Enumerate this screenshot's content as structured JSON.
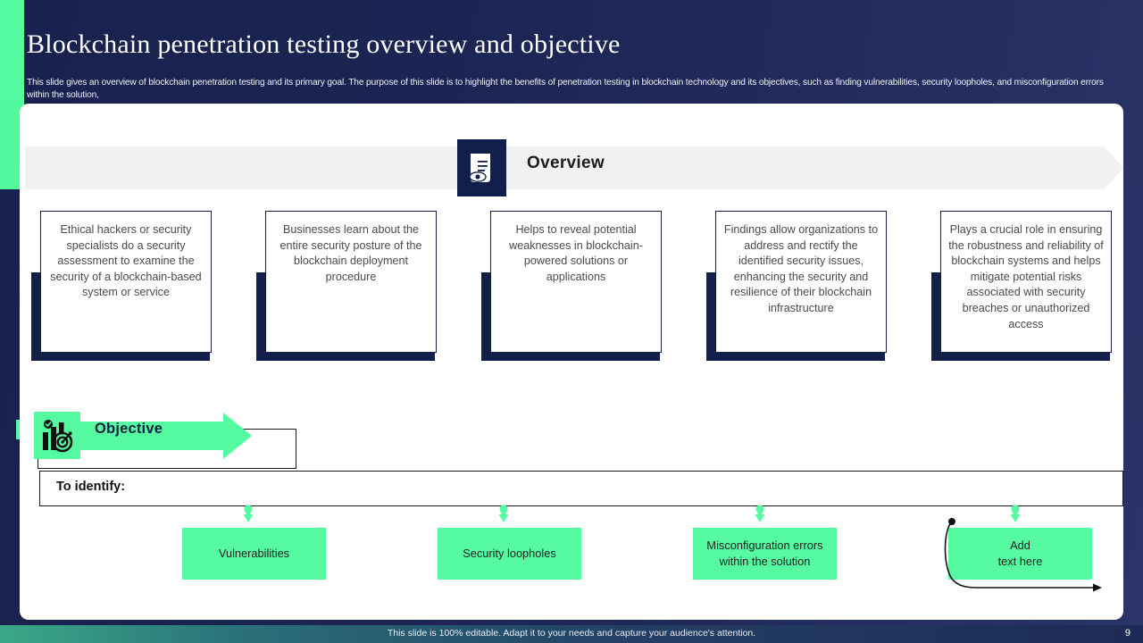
{
  "header": {
    "title": "Blockchain penetration testing overview and objective",
    "subtitle": "This slide gives an overview of blockchain penetration testing and its primary goal. The purpose of this slide is to highlight the benefits of penetration testing in blockchain technology and its objectives, such as finding vulnerabilities, security loopholes, and misconfiguration errors within the solution,"
  },
  "overview": {
    "label": "Overview",
    "icon": "document-eye-icon",
    "cards": [
      {
        "text": "Ethical hackers or security specialists do a security assessment to examine the security of a blockchain-based system or service"
      },
      {
        "text": "Businesses learn about the entire security posture of the blockchain deployment procedure"
      },
      {
        "text": "Helps to reveal potential weaknesses in blockchain-powered solutions or applications"
      },
      {
        "text": "Findings allow organizations to address and rectify the identified security issues, enhancing the security and resilience of their blockchain infrastructure"
      },
      {
        "text": "Plays a crucial role in ensuring the robustness and reliability of blockchain systems and helps mitigate potential risks associated with security breaches or unauthorized access"
      }
    ]
  },
  "objective": {
    "label": "Objective",
    "icon": "target-chart-icon",
    "identify_label": "To identify:",
    "items": [
      {
        "text": "Vulnerabilities"
      },
      {
        "text": "Security loopholes"
      },
      {
        "text": "Misconfiguration errors within the solution"
      },
      {
        "text": "Add\ntext here"
      }
    ]
  },
  "footer": {
    "note": "This slide is 100% editable. Adapt it to your needs and capture your audience's attention.",
    "page_number": "9"
  },
  "colors": {
    "green": "#56fba1",
    "navy": "#111f4a",
    "band_gray": "#f1f1f1",
    "card_text": "#4a4a4a"
  }
}
